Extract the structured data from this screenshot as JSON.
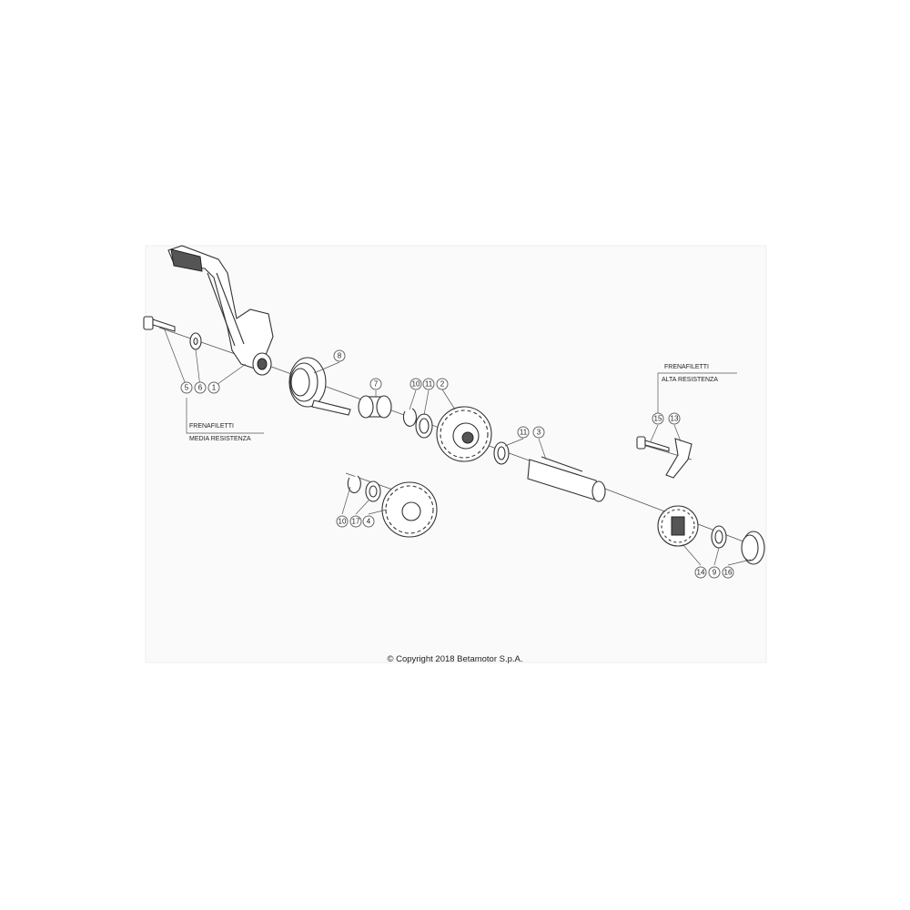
{
  "callouts": [
    {
      "id": "5",
      "label": "5"
    },
    {
      "id": "6",
      "label": "6"
    },
    {
      "id": "1",
      "label": "1"
    },
    {
      "id": "8",
      "label": "8"
    },
    {
      "id": "7",
      "label": "7"
    },
    {
      "id": "10a",
      "label": "10"
    },
    {
      "id": "11a",
      "label": "11"
    },
    {
      "id": "2",
      "label": "2"
    },
    {
      "id": "11b",
      "label": "11"
    },
    {
      "id": "3",
      "label": "3"
    },
    {
      "id": "10b",
      "label": "10"
    },
    {
      "id": "17",
      "label": "17"
    },
    {
      "id": "4",
      "label": "4"
    },
    {
      "id": "15",
      "label": "15"
    },
    {
      "id": "13",
      "label": "13"
    },
    {
      "id": "14",
      "label": "14"
    },
    {
      "id": "9",
      "label": "9"
    },
    {
      "id": "16",
      "label": "16"
    }
  ],
  "notes": {
    "left": {
      "line1": "FRENAFILETTI",
      "line2": "MEDIA RESISTENZA"
    },
    "right": {
      "line1": "FRENAFILETTI",
      "line2": "ALTA RESISTENZA"
    }
  },
  "copyright": "© Copyright 2018 Betamotor S.p.A."
}
